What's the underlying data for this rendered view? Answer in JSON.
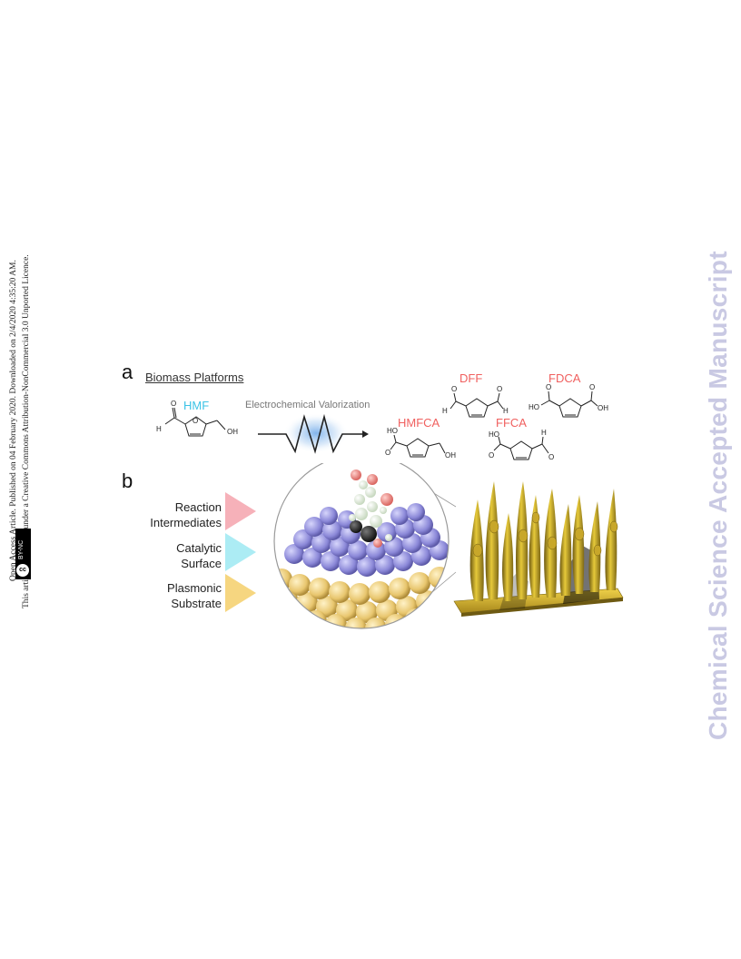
{
  "side_note": {
    "line1": "Open Access Article. Published on 04 February 2020. Downloaded on 2/4/2020 4:35:20 AM.",
    "line2": "This article is licensed under a Creative Commons Attribution-NonCommercial 3.0 Unported Licence.",
    "badge_symbol": "cc",
    "badge_text": "BY-NC"
  },
  "watermark": "Chemical Science Accepted Manuscript",
  "figure": {
    "panel_a": {
      "letter": "a",
      "heading": "Biomass Platforms",
      "process_label": "Electrochemical Valorization",
      "molecules": [
        {
          "name": "HMF",
          "color": "#3cc3e6"
        },
        {
          "name": "DFF",
          "color": "#f0605f"
        },
        {
          "name": "FDCA",
          "color": "#f0605f"
        },
        {
          "name": "HMFCA",
          "color": "#f0605f"
        },
        {
          "name": "FFCA",
          "color": "#f0605f"
        }
      ],
      "atoms": {
        "H": "H",
        "O": "O",
        "OH": "OH",
        "HO": "HO"
      }
    },
    "panel_b": {
      "letter": "b",
      "labels": [
        {
          "line1": "Reaction",
          "line2": "Intermediates",
          "color": "#f4a3ad"
        },
        {
          "line1": "Catalytic",
          "line2": "Surface",
          "color": "#9ee9f2"
        },
        {
          "line1": "Plasmonic",
          "line2": "Substrate",
          "color": "#f5cf6a"
        }
      ]
    }
  }
}
